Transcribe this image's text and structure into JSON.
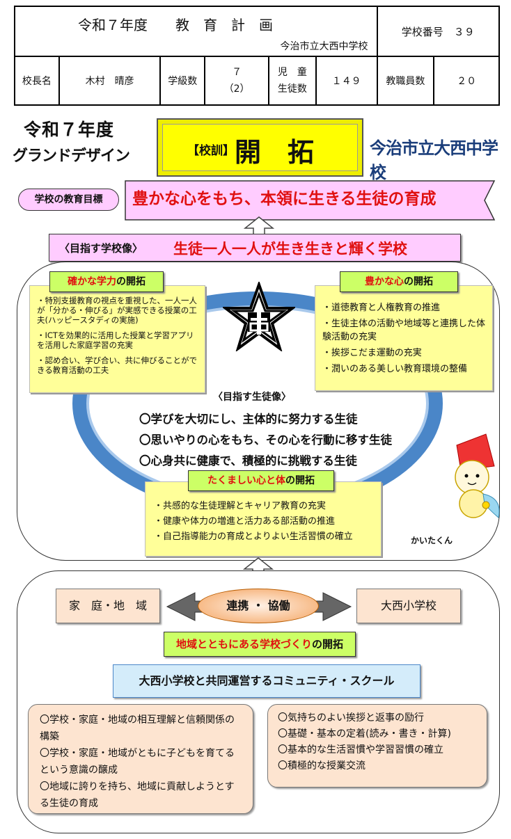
{
  "header": {
    "title": "令和７年度　　教　育　計　画",
    "school_name": "今治市立大西中学校",
    "school_no_label": "学校番号　３９",
    "principal_label": "校長名",
    "principal_name": "木村　晴彦",
    "classes_label": "学級数",
    "classes_value": "７",
    "classes_sub": "（2）",
    "students_label1": "児　童",
    "students_label2": "生徒数",
    "students_value": "１４９",
    "staff_label": "教職員数",
    "staff_value": "２０"
  },
  "banner": {
    "year": "令和７年度",
    "grand_design": "グランドデザイン",
    "motto_tag": "【校訓】",
    "motto": "開　拓",
    "school": "今治市立大西中学校"
  },
  "goal": {
    "label": "学校の教育目標",
    "text": "豊かな心をもち、本領に生きる生徒の育成"
  },
  "school_image": {
    "label": "〈目指す学校像〉",
    "text": "生徒一人一人が生き生きと輝く学校"
  },
  "academic": {
    "title_red": "確かな学力",
    "title_rest": "の開拓",
    "items": [
      "・特別支援教育の視点を重視した、一人一人が「分かる・伸びる」が実感できる授業の工夫(ハッピースタディの実施)",
      "・ICTを効果的に活用した授業と学習アプリを活用した家庭学習の充実",
      "・認め合い、学び合い、共に伸びることができる教育活動の工夫"
    ]
  },
  "heart": {
    "title_red": "豊かな心",
    "title_rest": "の開拓",
    "items": [
      "・道徳教育と人権教育の推進",
      "・生徒主体の活動や地域等と連携した体験活動の充実",
      "・挨拶こだま運動の充実",
      "・潤いのある美しい教育環境の整備"
    ]
  },
  "student_image": {
    "label": "〈目指す生徒像〉",
    "items": [
      "〇学びを大切にし、主体的に努力する生徒",
      "〇思いやりの心をもち、その心を行動に移す生徒",
      "〇心身共に健康で、積極的に挑戦する生徒"
    ]
  },
  "body": {
    "title_red": "たくましい心と体",
    "title_rest": "の開拓",
    "items": [
      "・共感的な生徒理解とキャリア教育の充実",
      "・健康や体力の増進と活力ある部活動の推進",
      "・自己指導能力の育成とよりよい生活習慣の確立"
    ]
  },
  "mascot": "かいたくん",
  "community": {
    "left": "家　庭・地　域",
    "center": "連携 ・ 協働",
    "right": "大西小学校",
    "title_red": "地域とともにある学校づくり",
    "title_rest": "の開拓",
    "cs": "大西小学校と共同運営するコミュニティ・スクール",
    "left_items": [
      "〇学校・家庭・地域の相互理解と信頼関係の構築",
      "〇学校・家庭・地域がともに子どもを育てるという意識の醸成",
      "〇地域に誇りを持ち、地域に貢献しようとする生徒の育成"
    ],
    "right_items": [
      "〇気持ちのよい挨拶と返事の励行",
      "〇基礎・基本の定着(読み・書き・計算)",
      "〇基本的な生活習慣や学習習慣の確立",
      "〇積極的な授業交流"
    ]
  },
  "colors": {
    "accent_red": "#e01010",
    "title_green": "#ccff66",
    "note_yellow": "#ffff99",
    "ring_blue": "#4a86c8",
    "pink": "#ffccff"
  }
}
